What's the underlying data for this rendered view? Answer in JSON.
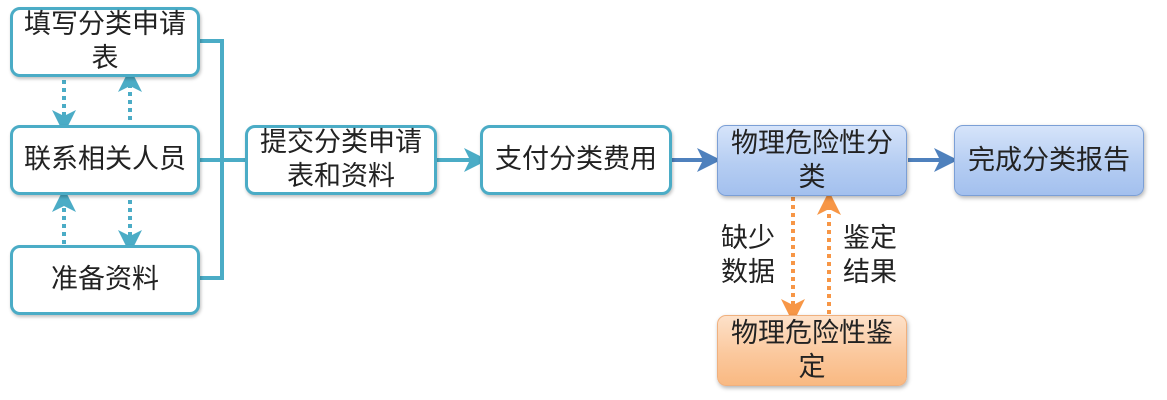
{
  "nodes": {
    "fill_form": "填写分类申请表",
    "contact": "联系相关人员",
    "prepare": "准备资料",
    "submit": "提交分类申请表和资料",
    "pay": "支付分类费用",
    "classify": "物理危险性分类",
    "complete": "完成分类报告",
    "identify": "物理危险性鉴定"
  },
  "edge_labels": {
    "missing_data": "缺少数据",
    "identify_result": "鉴定结果"
  },
  "colors": {
    "teal": "#4bacc6",
    "blue_arrow": "#4f81bd",
    "orange_arrow": "#f79646"
  }
}
